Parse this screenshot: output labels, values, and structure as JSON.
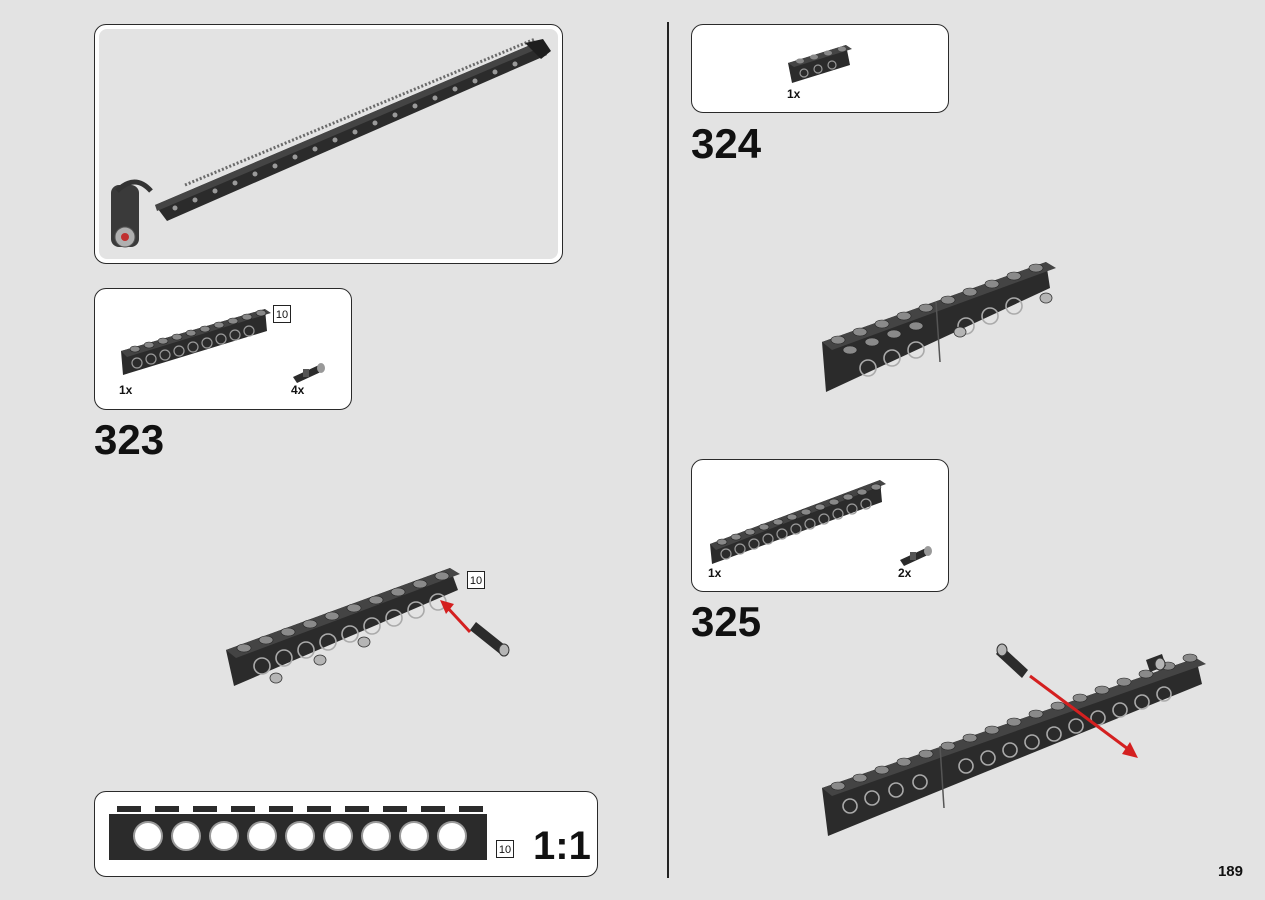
{
  "page": {
    "number": "189"
  },
  "steps": [
    {
      "number": "323",
      "parts": [
        {
          "qty": "1x",
          "icon": "technic-beam-10-icon",
          "length": "10"
        },
        {
          "qty": "4x",
          "icon": "friction-pin-icon"
        }
      ],
      "callout_length": "10"
    },
    {
      "number": "324",
      "parts": [
        {
          "qty": "1x",
          "icon": "technic-brick-4-icon"
        }
      ]
    },
    {
      "number": "325",
      "parts": [
        {
          "qty": "1x",
          "icon": "technic-beam-12-icon"
        },
        {
          "qty": "2x",
          "icon": "friction-pin-icon"
        }
      ]
    }
  ],
  "scale_box": {
    "length": "10",
    "scale": "1:1"
  },
  "colors": {
    "background": "#e3e3e3",
    "part": "#2b2b2b",
    "arrow": "#d42020"
  }
}
